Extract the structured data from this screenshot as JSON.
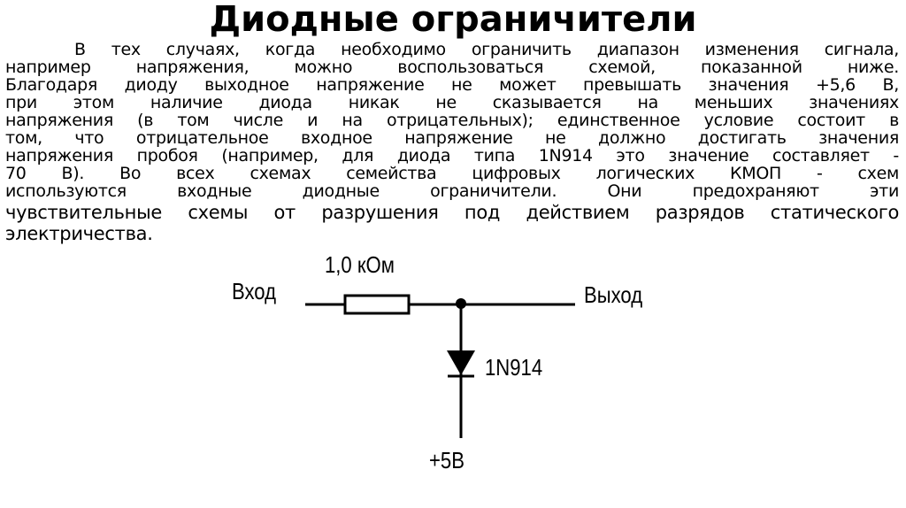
{
  "title": "Диодные ограничители",
  "paragraph": [
    "В тех случаях, когда необходимо ограничить диапазон изменения сигнала,",
    "например напряжения, можно воспользоваться схемой, показанной ниже.",
    "Благодаря диоду выходное напряжение не может превышать значения +5,6 В,",
    "при этом наличие диода никак не сказывается на меньших значениях",
    "напряжения (в том числе и на отрицательных); единственное условие состоит в",
    "том, что отрицательное входное напряжение не должно достигать значения",
    "напряжения пробоя (например, для диода типа 1N914 это значение составляет -",
    "70 В). Во всех схемах семейства цифровых логических КМОП - схем",
    "используются входные диодные ограничители. Они предохраняют эти",
    "чувствительные схемы от разрушения под действием разрядов статического",
    "электричества."
  ],
  "diagram": {
    "input_label": "Вход",
    "output_label": "Выход",
    "resistor_label": "1,0 кОм",
    "diode_label": "1N914",
    "supply_label": "+5В"
  }
}
